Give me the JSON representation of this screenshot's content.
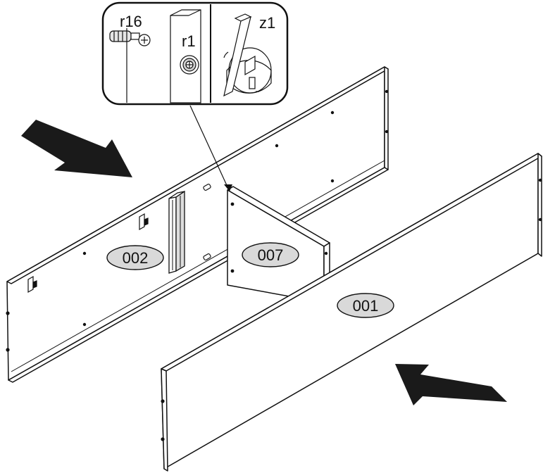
{
  "parts": {
    "p002": "002",
    "p007": "007",
    "p001": "001"
  },
  "callout": {
    "r16": "r16",
    "r1": "r1",
    "z1": "z1"
  },
  "colors": {
    "outline": "#111111",
    "panel": "#ffffff",
    "label_fill": "#d9d9d9",
    "arrow": "#1a1a1a"
  }
}
